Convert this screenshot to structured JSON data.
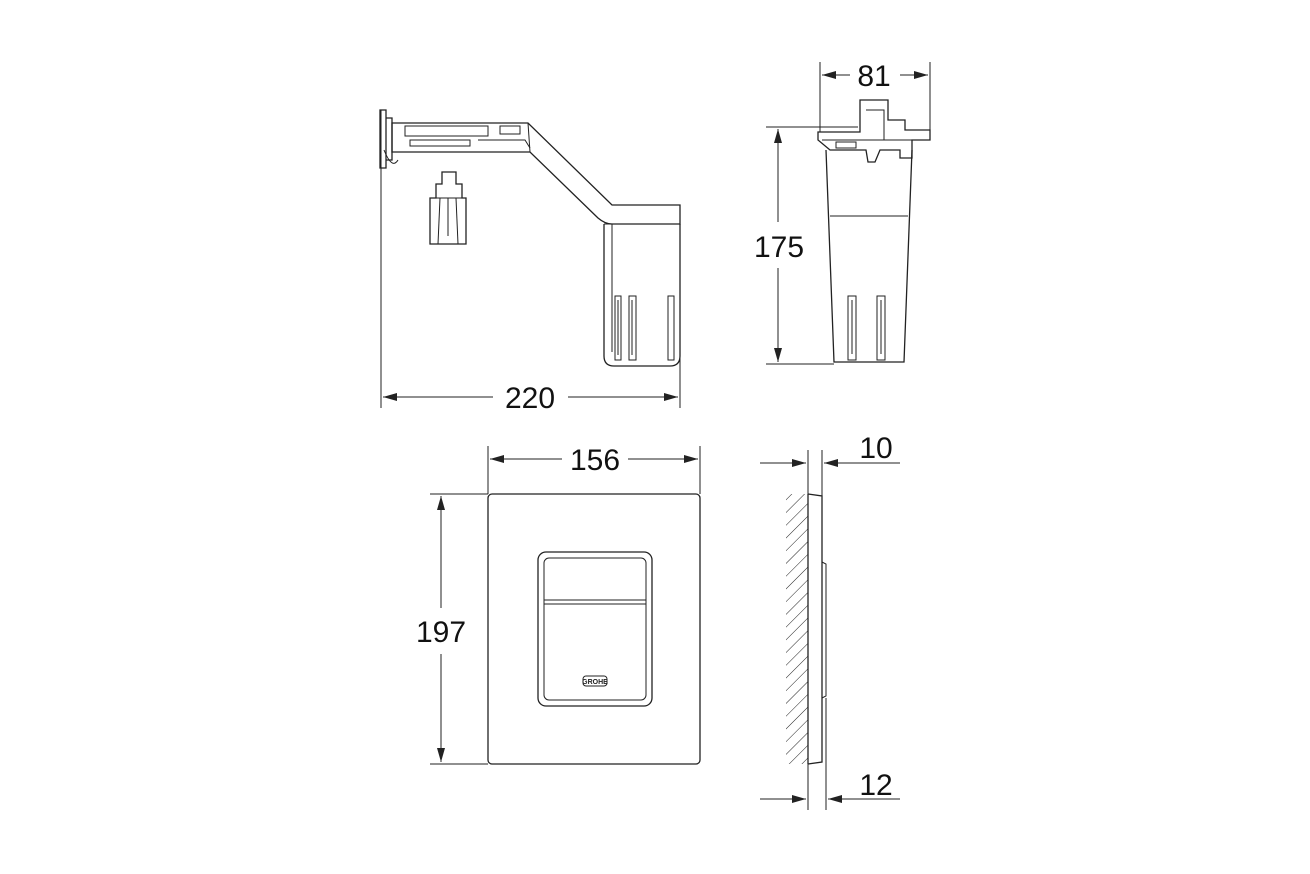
{
  "dimensions": {
    "width_bracket": "220",
    "depth_bracket": "81",
    "height_bracket": "175",
    "plate_width": "156",
    "plate_height": "197",
    "plate_thickness_top": "10",
    "plate_thickness_bottom": "12"
  },
  "logo_text": "GROHE"
}
